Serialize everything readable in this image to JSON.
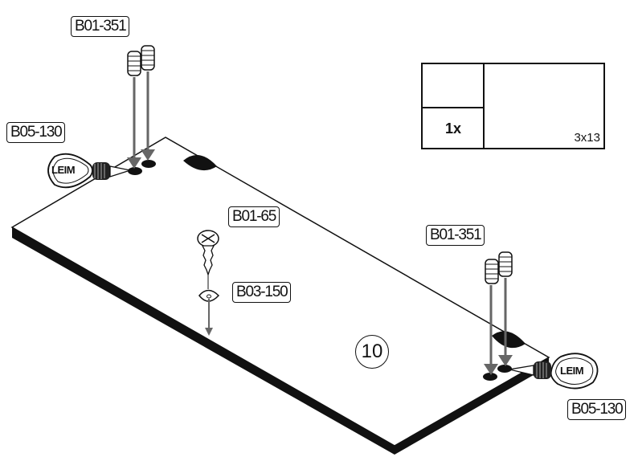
{
  "labels": {
    "dowel_top": "B01-351",
    "glue_left": "B05-130",
    "panel": "B01-65",
    "dowel_right": "B01-351",
    "cam": "B03-150",
    "glue_right": "B05-130"
  },
  "glue_text_left": "LEIM",
  "glue_text_right": "LEIM",
  "step_number": "10",
  "hardware": {
    "quantity": "1x",
    "size": "3x13",
    "icon": "screw-icon"
  }
}
